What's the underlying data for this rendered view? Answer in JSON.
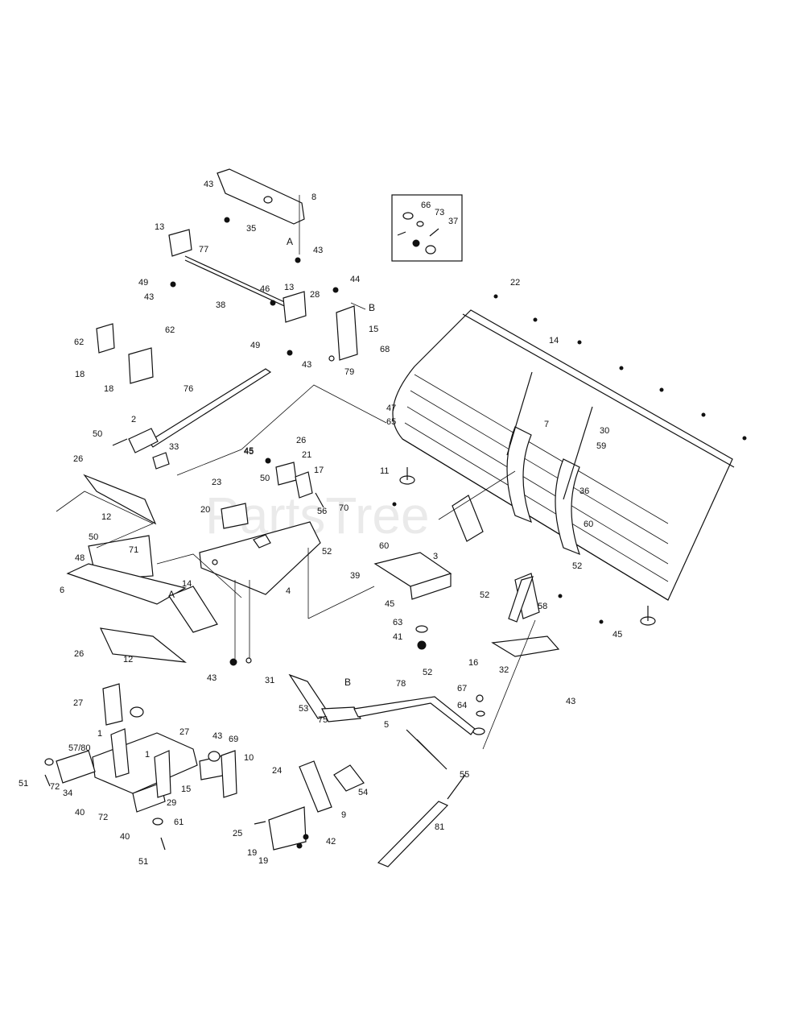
{
  "watermark": "PartsTree",
  "inset": {
    "labels": [
      "66",
      "73",
      "37"
    ]
  },
  "callouts": {
    "top_assembly": [
      "8",
      "43",
      "35",
      "A",
      "43",
      "13",
      "77",
      "49",
      "43",
      "38",
      "46",
      "13",
      "28",
      "44",
      "B",
      "15",
      "68",
      "49",
      "43",
      "79",
      "62",
      "62",
      "18",
      "18"
    ],
    "lift_rod": [
      "76",
      "2",
      "50",
      "33"
    ],
    "blade": [
      "22",
      "14",
      "47",
      "65",
      "7",
      "30",
      "59",
      "11",
      "36",
      "60",
      "52",
      "45",
      "45"
    ],
    "center_frame": [
      "45",
      "26",
      "21",
      "17",
      "23",
      "50",
      "56",
      "70",
      "20",
      "26",
      "12",
      "50",
      "71",
      "48",
      "6",
      "14",
      "A",
      "4",
      "26",
      "12",
      "43"
    ],
    "pivot": [
      "52",
      "60",
      "3",
      "39",
      "45",
      "52",
      "58",
      "63",
      "41",
      "16",
      "32",
      "52",
      "43"
    ],
    "linkage": [
      "31",
      "B",
      "78",
      "53",
      "75",
      "5",
      "67",
      "64",
      "55",
      "81"
    ],
    "mount_frame": [
      "27",
      "1",
      "27",
      "43",
      "69",
      "57/80",
      "1",
      "10",
      "51",
      "72",
      "34",
      "15",
      "24",
      "29",
      "40",
      "72",
      "61",
      "40",
      "51",
      "9",
      "54",
      "25",
      "42",
      "19",
      "19"
    ]
  }
}
